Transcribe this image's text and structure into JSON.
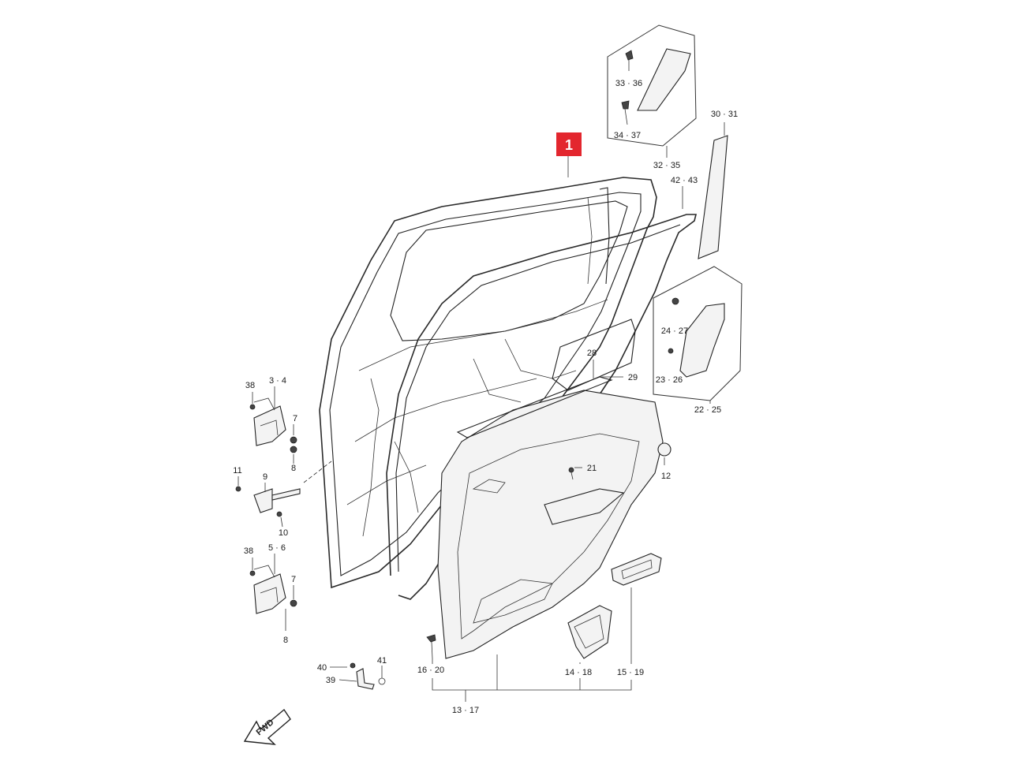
{
  "badge": {
    "label": "1",
    "color": "#e3262e"
  },
  "fwd": {
    "label": "FWD"
  },
  "callouts": [
    {
      "id": "33-36",
      "text": "33 · 36"
    },
    {
      "id": "34-37",
      "text": "34 · 37"
    },
    {
      "id": "32-35",
      "text": "32 · 35"
    },
    {
      "id": "30-31",
      "text": "30 · 31"
    },
    {
      "id": "42-43",
      "text": "42 · 43"
    },
    {
      "id": "24-27",
      "text": "24 · 27"
    },
    {
      "id": "23-26",
      "text": "23 · 26"
    },
    {
      "id": "22-25",
      "text": "22 · 25"
    },
    {
      "id": "28",
      "text": "28"
    },
    {
      "id": "29",
      "text": "29"
    },
    {
      "id": "12",
      "text": "12"
    },
    {
      "id": "21",
      "text": "21"
    },
    {
      "id": "38a",
      "text": "38"
    },
    {
      "id": "3-4",
      "text": "3 · 4"
    },
    {
      "id": "7a",
      "text": "7"
    },
    {
      "id": "8a",
      "text": "8"
    },
    {
      "id": "11",
      "text": "11"
    },
    {
      "id": "9",
      "text": "9"
    },
    {
      "id": "10",
      "text": "10"
    },
    {
      "id": "38b",
      "text": "38"
    },
    {
      "id": "5-6",
      "text": "5 · 6"
    },
    {
      "id": "7b",
      "text": "7"
    },
    {
      "id": "8b",
      "text": "8"
    },
    {
      "id": "40",
      "text": "40"
    },
    {
      "id": "41",
      "text": "41"
    },
    {
      "id": "39",
      "text": "39"
    },
    {
      "id": "16-20",
      "text": "16 · 20"
    },
    {
      "id": "14-18",
      "text": "14 · 18"
    },
    {
      "id": "15-19",
      "text": "15 · 19"
    },
    {
      "id": "13-17",
      "text": "13 · 17"
    }
  ]
}
